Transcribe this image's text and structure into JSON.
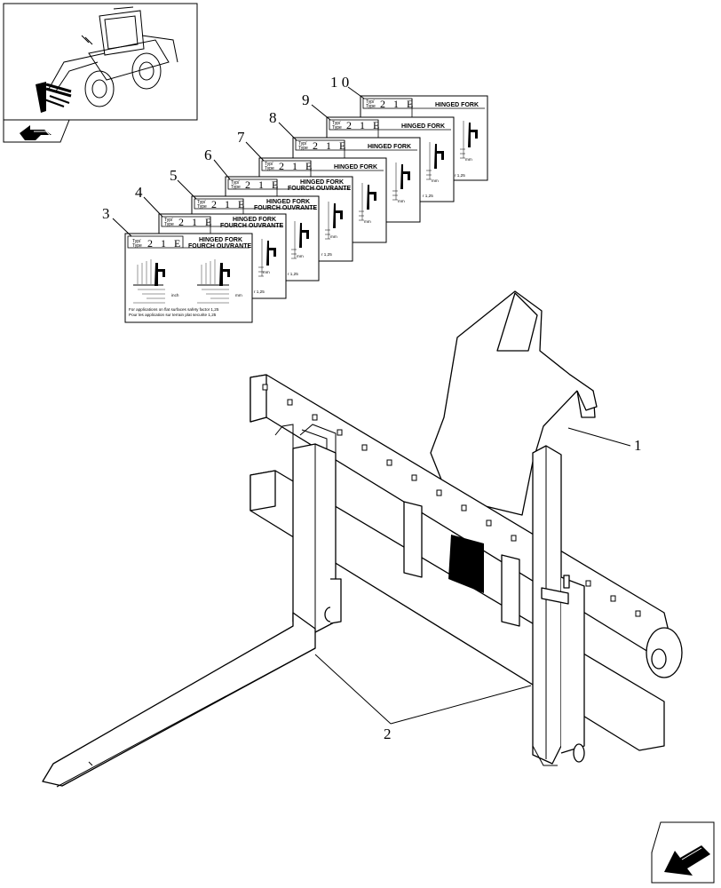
{
  "callouts": [
    {
      "id": "1",
      "text": "1"
    },
    {
      "id": "2",
      "text": "2"
    },
    {
      "id": "3",
      "text": "3"
    },
    {
      "id": "4",
      "text": "4"
    },
    {
      "id": "5",
      "text": "5"
    },
    {
      "id": "6",
      "text": "6"
    },
    {
      "id": "7",
      "text": "7"
    },
    {
      "id": "8",
      "text": "8"
    },
    {
      "id": "9",
      "text": "9"
    },
    {
      "id": "10",
      "text": "1 0"
    }
  ],
  "decal": {
    "type_label_1": "Typ/",
    "type_label_2": "Type",
    "code": "2 1 E",
    "title_1": "HINGED FORK",
    "title_2": "FOURCH OUVRANTE",
    "unit_inch": "inch",
    "unit_mm": "mm",
    "factor": "1,25",
    "note_1": "For applications on flat surfaces safety factor 1,25",
    "note_2": "Pour les application sur terrain plat  securite 1,25"
  },
  "icons": [
    "thumbnail-loader-icon",
    "back-arrow-icon",
    "next-page-arrow-icon"
  ]
}
